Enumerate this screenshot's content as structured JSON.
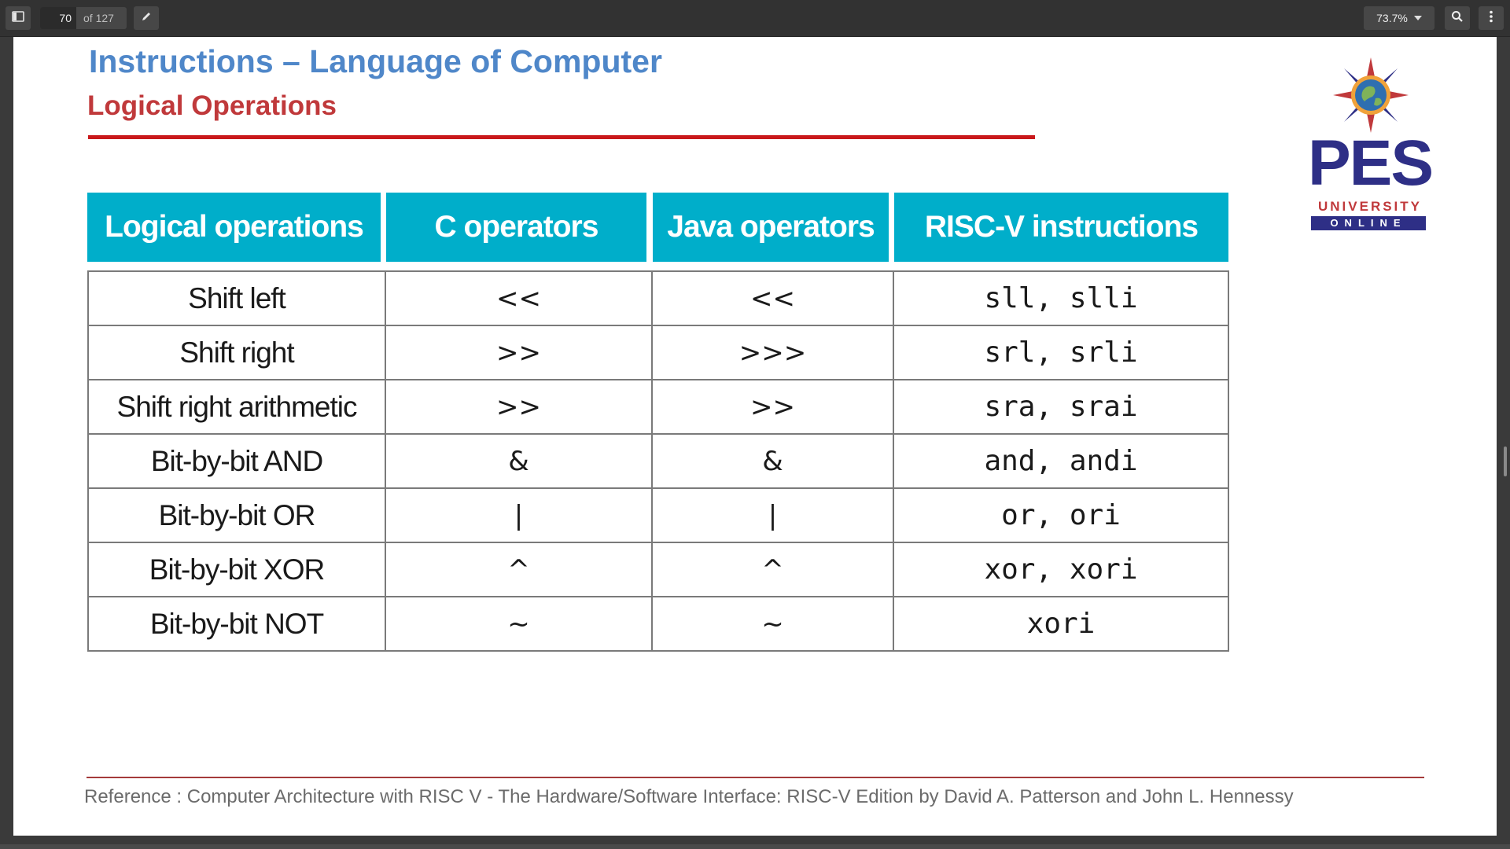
{
  "viewer": {
    "page_current": "70",
    "page_total_label": "of 127",
    "zoom": "73.7%",
    "icons": {
      "sidebar": "sidebar-toggle-icon",
      "draw": "pencil-icon",
      "search": "search-icon",
      "menu": "more-vert-icon"
    }
  },
  "slide": {
    "title": "Instructions – Language of Computer",
    "subtitle": "Logical Operations",
    "logo": {
      "name": "PES",
      "line1": "UNIVERSITY",
      "line2": "ONLINE"
    },
    "table": {
      "headers": [
        "Logical operations",
        "C operators",
        "Java operators",
        "RISC-V instructions"
      ],
      "rows": [
        [
          "Shift left",
          "<<",
          "<<",
          "sll, slli"
        ],
        [
          "Shift right",
          ">>",
          ">>>",
          "srl, srli"
        ],
        [
          "Shift right arithmetic",
          ">>",
          ">>",
          "sra, srai"
        ],
        [
          "Bit-by-bit AND",
          "&",
          "&",
          "and, andi"
        ],
        [
          "Bit-by-bit OR",
          "|",
          "|",
          "or, ori"
        ],
        [
          "Bit-by-bit XOR",
          "^",
          "^",
          "xor, xori"
        ],
        [
          "Bit-by-bit NOT",
          "~",
          "~",
          "xori"
        ]
      ]
    },
    "reference": "Reference : Computer Architecture with RISC V - The Hardware/Software Interface: RISC-V Edition by David A. Patterson  and John L. Hennessy"
  },
  "colors": {
    "title": "#4f87c9",
    "subtitle": "#c0393b",
    "header_bg": "#00aeca",
    "logo_blue": "#2e2f86",
    "logo_red": "#c0393b"
  }
}
